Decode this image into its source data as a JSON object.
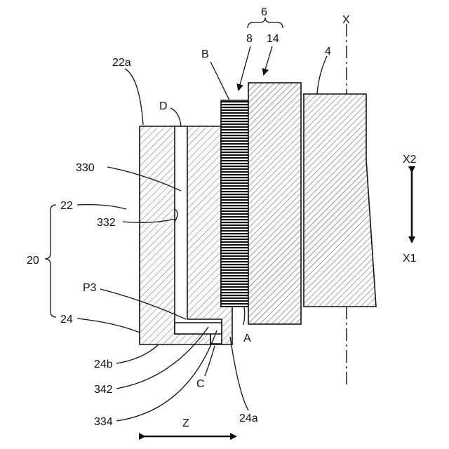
{
  "labels": {
    "six": "6",
    "eight": "8",
    "fourteen": "14",
    "four": "4",
    "x": "X",
    "b": "B",
    "d": "D",
    "s22a": "22a",
    "s330": "330",
    "s22": "22",
    "s332": "332",
    "s20": "20",
    "p3": "P3",
    "s24": "24",
    "s24b": "24b",
    "s342": "342",
    "s334": "334",
    "c": "C",
    "a": "A",
    "s24a": "24a",
    "x2": "X2",
    "x1": "X1",
    "z": "Z"
  }
}
